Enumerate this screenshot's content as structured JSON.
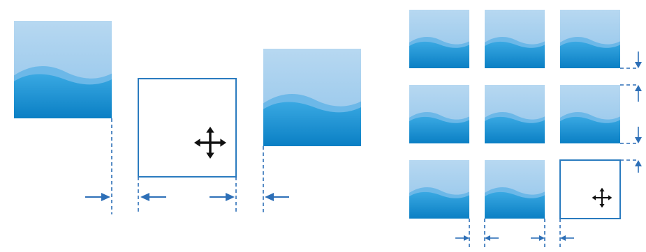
{
  "colors": {
    "sky_top": "#b7d8f1",
    "sky_bottom": "#8ec3ea",
    "water_top": "#39a8e2",
    "water_bottom": "#0a7fc4",
    "guide": "#2d6fb7",
    "frame": "#2a7bbf",
    "cursor": "#111111"
  },
  "icons": {
    "move_cursor": "move-cursor-icon",
    "guide_arrow": "arrow-icon",
    "spacing_marker": "spacing-marker-icon"
  },
  "left_panel": {
    "selected_tile": {
      "state": "selected-empty",
      "cursor": "move"
    },
    "neighbor_tiles": 2
  },
  "right_panel": {
    "grid_rows": 3,
    "grid_cols": 3,
    "selected_cell": {
      "row": 3,
      "col": 3,
      "state": "selected-empty",
      "cursor": "move"
    }
  }
}
